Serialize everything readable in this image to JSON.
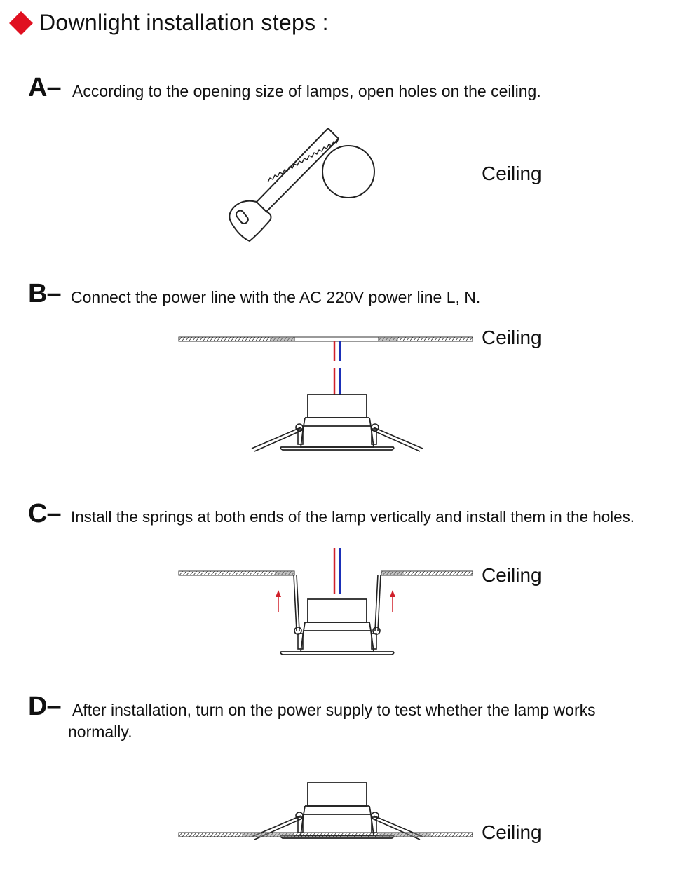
{
  "page": {
    "title": "Downlight installation steps :",
    "accent_color": "#e01020"
  },
  "steps": [
    {
      "letter": "A–",
      "text": "According to the opening size of lamps, open holes on the ceiling.",
      "diagram_label": "Ceiling",
      "diagram": "saw-cutting-hole"
    },
    {
      "letter": "B–",
      "text": "Connect the power line with the AC 220V power line L, N.",
      "diagram_label": "Ceiling",
      "diagram": "lamp-wired-below-ceiling"
    },
    {
      "letter": "C–",
      "text": "Install the springs at both ends of the lamp vertically and install them in the holes.",
      "diagram_label": "Ceiling",
      "diagram": "lamp-inserted-springs-up"
    },
    {
      "letter": "D–",
      "text": "After installation, turn on the power supply to test whether the lamp works",
      "text_line2": "normally.",
      "diagram_label": "Ceiling",
      "diagram": "lamp-installed-in-ceiling"
    }
  ],
  "wire_colors": {
    "live": "#d0202a",
    "neutral": "#1a2fb8"
  }
}
